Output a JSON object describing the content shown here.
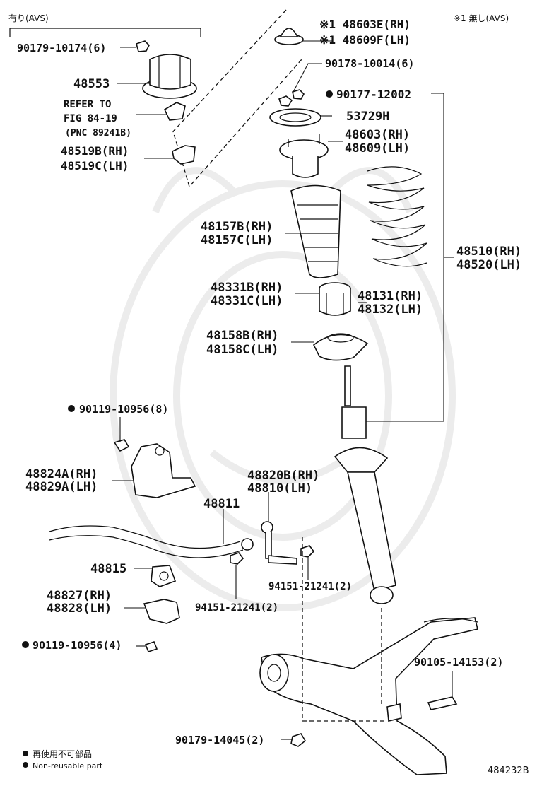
{
  "header": {
    "avs_with": "有り(AVS)",
    "avs_without": "※1 無し(AVS)"
  },
  "parts": {
    "p90179_10174": "90179-10174(6)",
    "p48553": "48553",
    "refer_line1": "REFER TO",
    "refer_line2": "FIG 84-19",
    "refer_line3": "(PNC 89241B)",
    "p48519b": "48519B(RH)",
    "p48519c": "48519C(LH)",
    "p48603e": "※1 48603E(RH)",
    "p48609f": "※1 48609F(LH)",
    "p90178_10014": "90178-10014(6)",
    "p90177_12002": "90177-12002",
    "p53729h": "53729H",
    "p48603": "48603(RH)",
    "p48609": "48609(LH)",
    "p48157b": "48157B(RH)",
    "p48157c": "48157C(LH)",
    "p48510": "48510(RH)",
    "p48520": "48520(LH)",
    "p48331b": "48331B(RH)",
    "p48331c": "48331C(LH)",
    "p48131": "48131(RH)",
    "p48132": "48132(LH)",
    "p48158b": "48158B(RH)",
    "p48158c": "48158C(LH)",
    "p90119_10956_8": "90119-10956(8)",
    "p48824a": "48824A(RH)",
    "p48829a": "48829A(LH)",
    "p48820b": "48820B(RH)",
    "p48810": "48810(LH)",
    "p48811": "48811",
    "p48815": "48815",
    "p94151_a": "94151-21241(2)",
    "p94151_b": "94151-21241(2)",
    "p48827": "48827(RH)",
    "p48828": "48828(LH)",
    "p90119_10956_4": "90119-10956(4)",
    "p90105_14153": "90105-14153(2)",
    "p90179_14045": "90179-14045(2)"
  },
  "legend": {
    "jp": "再使用不可部品",
    "en": "Non-reusable part"
  },
  "figure_number": "484232B",
  "colors": {
    "ink": "#111111",
    "watermark": "#ececec",
    "background": "#ffffff"
  },
  "icons": {
    "non_reusable_marker": "filled-circle-icon"
  }
}
